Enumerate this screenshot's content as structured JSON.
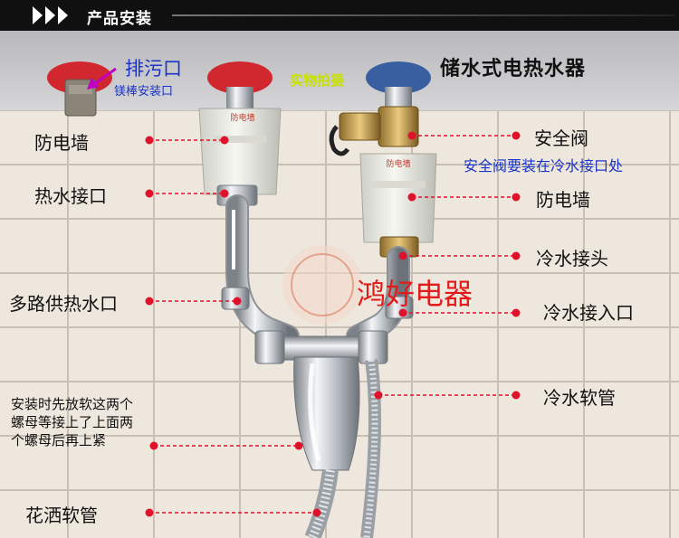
{
  "header": {
    "title": "产品安装"
  },
  "product_title": "储水式电热水器",
  "photo_note": "实物拍摄",
  "brand_watermark": "鸿好电器",
  "labels": {
    "drain": "排污口",
    "drain_sub": "镁棒安装口",
    "anti_electric_wall_left": "防电墙",
    "hot_water_port": "热水接口",
    "multi_outlet": "多路供热水口",
    "install_note": "安装时先放软这两个螺母等接上了上面两个螺母后再上紧",
    "shower_hose": "花洒软管",
    "safety_valve": "安全阀",
    "safety_valve_note": "安全阀要装在冷水接口处",
    "anti_electric_wall_right": "防电墙",
    "cold_water_joint": "冷水接头",
    "cold_water_inlet": "冷水接入口",
    "cold_water_hose": "冷水软管"
  },
  "colors": {
    "marker": "#e0112b",
    "label_blue": "#1a34c8",
    "arrow_magenta": "#c000c0",
    "brand_red": "#e21b1b",
    "note_green": "#c8e000"
  }
}
